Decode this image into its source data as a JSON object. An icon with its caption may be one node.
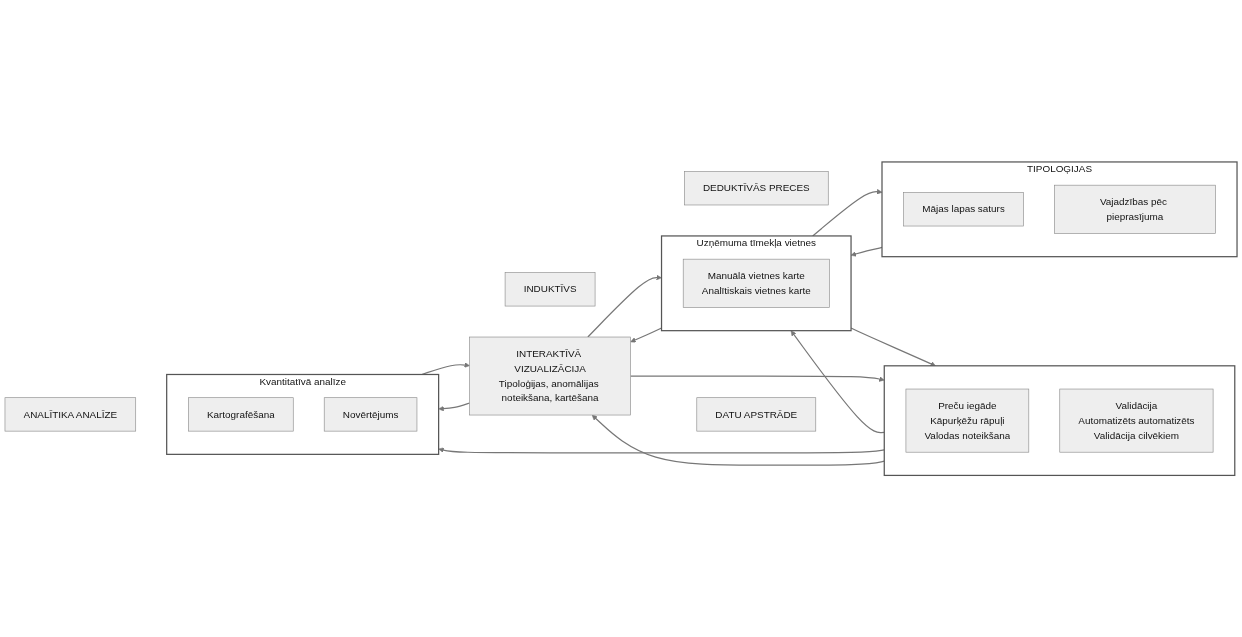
{
  "diagram": {
    "nodes": [
      {
        "text": [
          "DEDUKTĪVĀS PRECES"
        ]
      },
      {
        "text": [
          "TIPOLOĢIJAS"
        ]
      },
      {
        "text": [
          "Mājas lapas saturs"
        ],
        "in": 1
      },
      {
        "text": [
          "Vajadzības pēc pieprasījuma"
        ],
        "in": 1
      },
      {
        "text": [
          "INDUKTĪVS"
        ]
      },
      {
        "text": [
          "Uzņēmuma tīmekļa vietnes"
        ]
      },
      {
        "text": [
          "Manuālā vietnes karte",
          "Analītiskais vietnes karte"
        ],
        "in": 5
      },
      {
        "text": [
          "DATU APSTRĀDE"
        ]
      },
      {
        "text": [],
        "shape": "box"
      },
      {
        "text": [
          "Preču iegāde",
          "Kāpurķēžu rāpuļi",
          "Valodas noteikšana"
        ],
        "in": 8
      },
      {
        "text": [
          "Validācija",
          "Automatizēts automatizēts",
          "Validācija cilvēkiem"
        ],
        "in": 8
      },
      {
        "text": [
          "ANALĪTIKA ANALĪZE"
        ]
      },
      {
        "text": [
          "Kvantitatīvā analīze"
        ]
      },
      {
        "text": [
          "Kartografēšana"
        ],
        "in": 12
      },
      {
        "text": [
          "Novērtējums"
        ],
        "in": 12
      },
      {
        "text": [
          "INTERAKTĪVĀ VIZUALIZĀCIJA",
          "Tipoloģijas, anomālijas noteikšana, kartēšana"
        ]
      }
    ],
    "edges": [
      {
        "from": 1,
        "to": 5,
        "arrow": "to"
      },
      {
        "from": 5,
        "to": 1,
        "arrow": "to"
      },
      {
        "from": 5,
        "to": 8,
        "arrow": "to"
      },
      {
        "from": 8,
        "to": 5,
        "arrow": "to"
      },
      {
        "from": 8,
        "to": 12,
        "arrow": "to"
      },
      {
        "from": 15,
        "to": 5,
        "arrow": "to"
      },
      {
        "from": 5,
        "to": 15,
        "arrow": "to"
      },
      {
        "from": 8,
        "to": 15,
        "arrow": "to"
      },
      {
        "from": 15,
        "to": 8,
        "arrow": "to"
      },
      {
        "from": 15,
        "to": 12,
        "arrow": "to"
      },
      {
        "from": 12,
        "to": 15,
        "arrow": "to"
      }
    ]
  }
}
